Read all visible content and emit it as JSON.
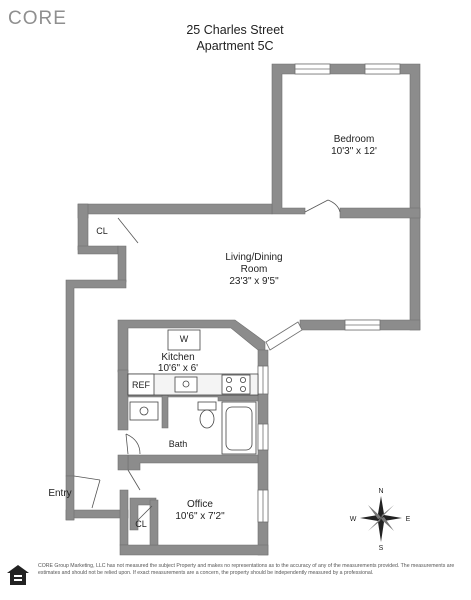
{
  "brand": {
    "logo_text": "CORE"
  },
  "header": {
    "address": "25 Charles Street",
    "unit": "Apartment 5C"
  },
  "rooms": {
    "bedroom": {
      "name": "Bedroom",
      "size": "10'3\" x 12'"
    },
    "living": {
      "name_line1": "Living/Dining",
      "name_line2": "Room",
      "size": "23'3\" x 9'5\""
    },
    "kitchen": {
      "name": "Kitchen",
      "size": "10'6\" x 6'"
    },
    "bath": {
      "name": "Bath"
    },
    "office": {
      "name": "Office",
      "size": "10'6\" x 7'2\""
    },
    "closet_upper": {
      "name": "CL"
    },
    "closet_lower": {
      "name": "CL"
    },
    "entry": {
      "name": "Entry"
    },
    "fixtures": {
      "washer": "W",
      "refrigerator": "REF"
    }
  },
  "compass": {
    "north": "N",
    "south": "S",
    "east": "E",
    "west": "W"
  },
  "footer": {
    "disclaimer": "CORE Group Marketing, LLC has not measured the subject Property and makes no representations as to the accuracy of any of the measurements provided. The measurements are estimates and should not be relied upon. If exact measurements are a concern, the property should be independently measured by a professional.",
    "eho_icon": "equal-housing-icon"
  },
  "colors": {
    "wall": "#8c8c8c",
    "wall_dark": "#6f6f6f",
    "background": "#ffffff"
  }
}
